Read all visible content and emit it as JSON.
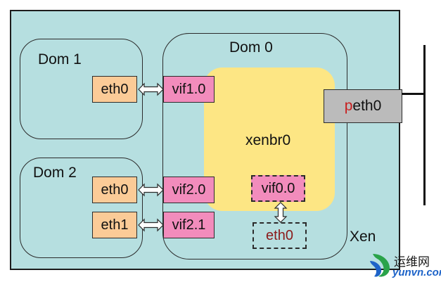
{
  "diagram": {
    "hypervisor_label": "Xen",
    "dom1": {
      "title": "Dom 1",
      "interfaces": [
        "eth0"
      ]
    },
    "dom2": {
      "title": "Dom 2",
      "interfaces": [
        "eth0",
        "eth1"
      ]
    },
    "dom0": {
      "title": "Dom 0",
      "vifs": [
        "vif1.0",
        "vif2.0",
        "vif2.1"
      ],
      "bridge": {
        "title": "xenbr0",
        "local_vif": "vif0.0"
      },
      "local_eth": "eth0"
    },
    "physical_nic": {
      "prefix": "p",
      "rest": "eth0"
    }
  },
  "watermark": {
    "text_cn": "运维网",
    "url": "yunvn.com"
  },
  "colors": {
    "background": "#b6dfe0",
    "bridge": "#fde684",
    "eth": "#fbcb97",
    "vif": "#f28cbc",
    "physical_nic": "#bbbbbb",
    "accent_red": "#c81e1e"
  }
}
